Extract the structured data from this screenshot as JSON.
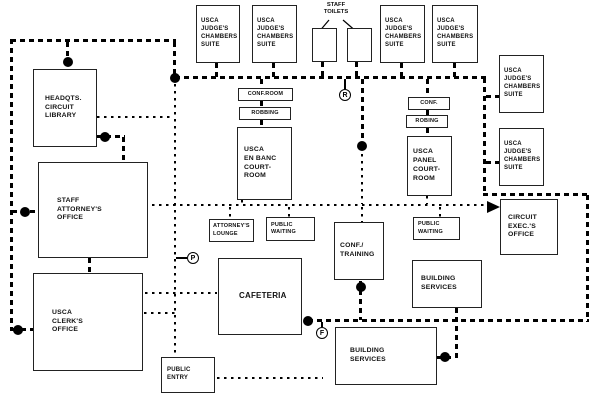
{
  "diagram": {
    "background_color": "#ffffff",
    "line_color": "#000000",
    "rooms": {
      "judges_chambers": "USCA\nJUDGE'S\nCHAMBERS\nSUITE",
      "staff_toilets": "STAFF\nTOILETS",
      "headquarters_circuit_library": "HEADQTS.\nCIRCUIT\nLIBRARY",
      "staff_attorneys_office": "STAFF\nATTORNEY'S\nOFFICE",
      "usca_clerks_office": "USCA\nCLERK'S\nOFFICE",
      "conf_room": "CONF.ROOM",
      "robing_left": "ROBBING",
      "en_banc_courtroom": "USCA\nEN BANC\nCOURT-\nROOM",
      "conf": "CONF.",
      "robing_right": "ROBING",
      "panel_courtroom": "USCA\nPANEL\nCOURT-\nROOM",
      "attorneys_lounge": "ATTORNEY'S\nLOUNGE",
      "public_waiting": "PUBLIC\nWAITING",
      "conf_training": "CONF./\nTRAINING",
      "circuit_execs_office": "CIRCUIT\nEXEC.'S\nOFFICE",
      "cafeteria": "CAFETERIA",
      "building_services": "BUILDING\nSERVICES",
      "public_entry": "PUBLIC\nENTRY"
    },
    "symbols": {
      "circle_r": "R",
      "circle_p": "P",
      "circle_f": "F"
    }
  }
}
